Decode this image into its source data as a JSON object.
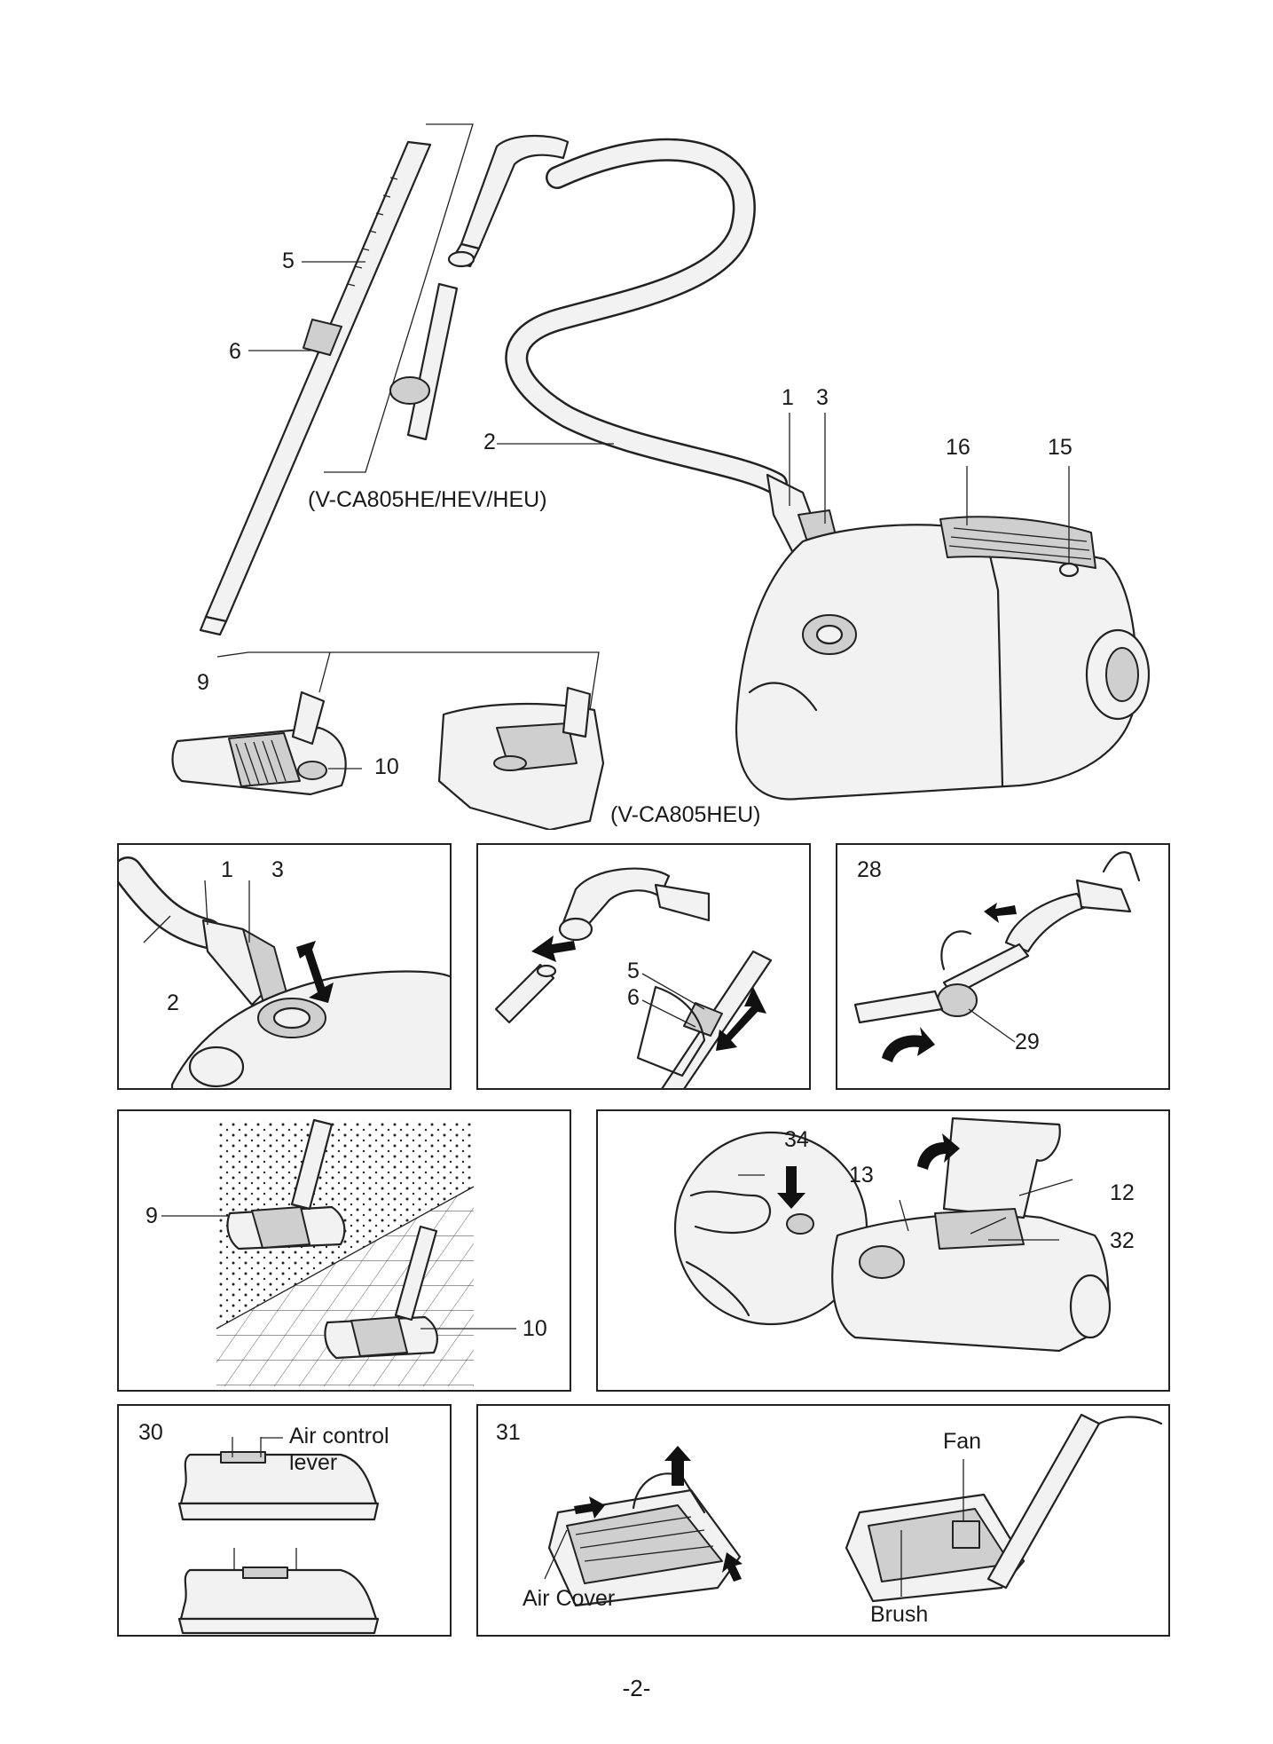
{
  "overview": {
    "callouts": {
      "c1": "1",
      "c2": "2",
      "c3": "3",
      "c5": "5",
      "c6": "6",
      "c9": "9",
      "c10": "10",
      "c15": "15",
      "c16": "16"
    },
    "model_note_1": "(V-CA805HE/HEV/HEU)",
    "model_note_2": "(V-CA805HEU)"
  },
  "panels": {
    "hose_connect": {
      "c1": "1",
      "c3": "3",
      "c2": "2"
    },
    "wand_adjust": {
      "c5": "5",
      "c6": "6"
    },
    "handle_assembly": {
      "fig": "28",
      "c29": "29"
    },
    "floor_nozzle": {
      "c9": "9",
      "c10": "10"
    },
    "dust_bag": {
      "c34": "34",
      "c13": "13",
      "c12": "12",
      "c32": "32"
    },
    "air_control": {
      "fig": "30",
      "lever_label_line1": "Air control",
      "lever_label_line2": "lever"
    },
    "turbo_brush": {
      "fig": "31",
      "fan": "Fan",
      "air_cover": "Air Cover",
      "brush": "Brush"
    }
  },
  "page_number": "-2-"
}
